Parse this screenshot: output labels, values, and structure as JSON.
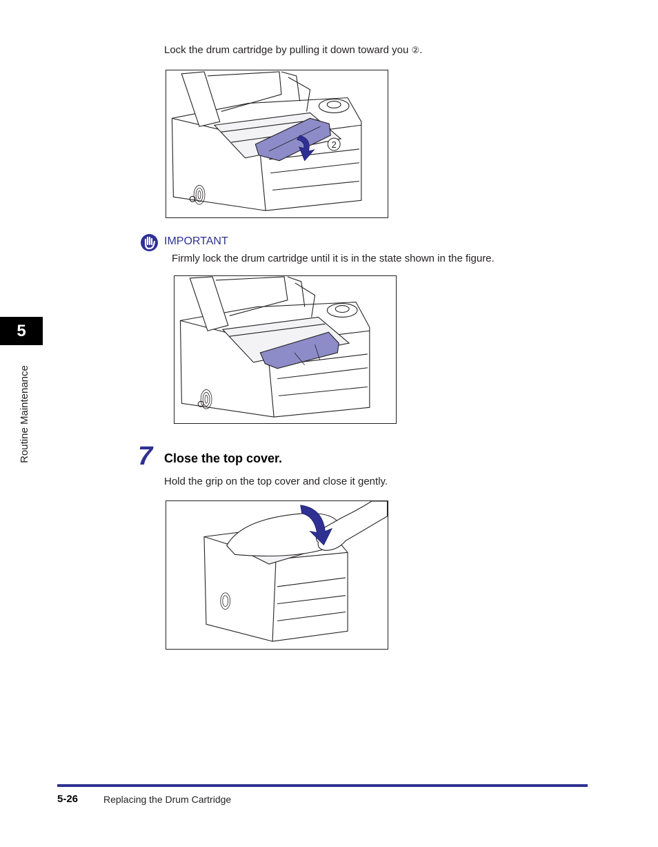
{
  "step6": {
    "instruction_prefix": "Lock the drum cartridge by pulling it down toward you",
    "instruction_marker": "②",
    "instruction_suffix": "."
  },
  "figure1": {
    "callout": "2"
  },
  "important": {
    "label": "IMPORTANT",
    "text": "Firmly lock the drum cartridge until it is in the state shown in the figure."
  },
  "step7": {
    "number": "7",
    "title": "Close the top cover.",
    "instruction": "Hold the grip on the top cover and close it gently."
  },
  "sidebar": {
    "chapter_number": "5",
    "chapter_title": "Routine Maintenance"
  },
  "footer": {
    "page_number": "5-26",
    "section_title": "Replacing the Drum Cartridge"
  },
  "colors": {
    "accent": "#2e3192",
    "cartridge": "#8d8cc8",
    "tab": "#000000"
  }
}
